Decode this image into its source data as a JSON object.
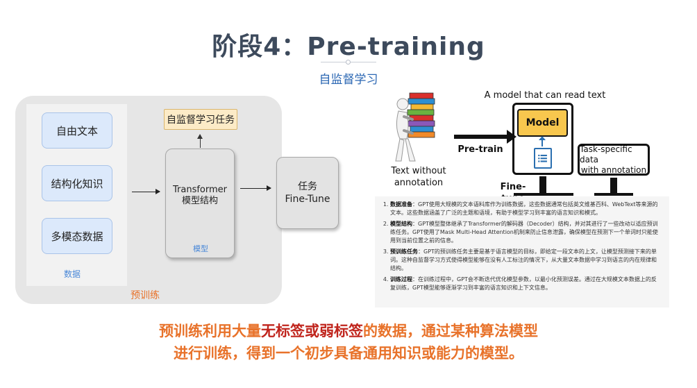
{
  "header": {
    "title": "阶段4：Pre-training",
    "subtitle": "自监督学习"
  },
  "left_diagram": {
    "pretrain_label": "预训练",
    "data_label": "数据",
    "data_items": [
      "自由文本",
      "结构化知识",
      "多模态数据"
    ],
    "model_line1": "Transformer",
    "model_line2": "模型结构",
    "model_label": "模型",
    "task_label": "自监督学习任务",
    "finetune_line1": "任务",
    "finetune_line2": "Fine-Tune"
  },
  "illustration": {
    "headline": "A model that can read text",
    "model": "Model",
    "pretrain": "Pre-train",
    "text_without_line1": "Text without",
    "text_without_line2": "annotation",
    "task_specific_line1": "Task-specific data",
    "task_specific_line2": "with annotation",
    "finetune": "Fine-tune"
  },
  "notes": [
    {
      "title": "数据准备",
      "text": "：GPT使用大规模的文本语料库作为训练数据，这些数据通常包括英文维基百科、WebText等来源的文本。这些数据涵盖了广泛的主题和语境，有助于模型学习到丰富的语言知识和模式。"
    },
    {
      "title": "模型结构",
      "text": "：GPT模型整体继承了Transformer的解码器（Decoder）结构，并对其进行了一些改动以适应预训练任务。GPT使用了Mask Multi-Head Attention机制来防止信息泄露，确保模型在预测下一个单词时只能使用到当前位置之前的信息。"
    },
    {
      "title": "预训练任务",
      "text": "：GPT的预训练任务主要是基于语言模型的目标，即给定一段文本的上文，让模型预测接下来的单词。这种自监督学习方式使得模型能够在没有人工标注的情况下，从大量文本数据中学习到语言的内在规律和结构。"
    },
    {
      "title": "训练过程",
      "text": "：在训练过程中，GPT会不断迭代优化模型参数，以最小化预测误差。通过在大规模文本数据上的反复训练，GPT模型能够逐渐学习到丰富的语言知识和上下文信息。"
    }
  ],
  "summary": {
    "line1_a": "预训练利用大量",
    "line1_b": "无标签或弱标签",
    "line1_c": "的数据，通过某种算法模型",
    "line2": "进行训练，得到一个初步具备通用知识或能力的模型。"
  }
}
